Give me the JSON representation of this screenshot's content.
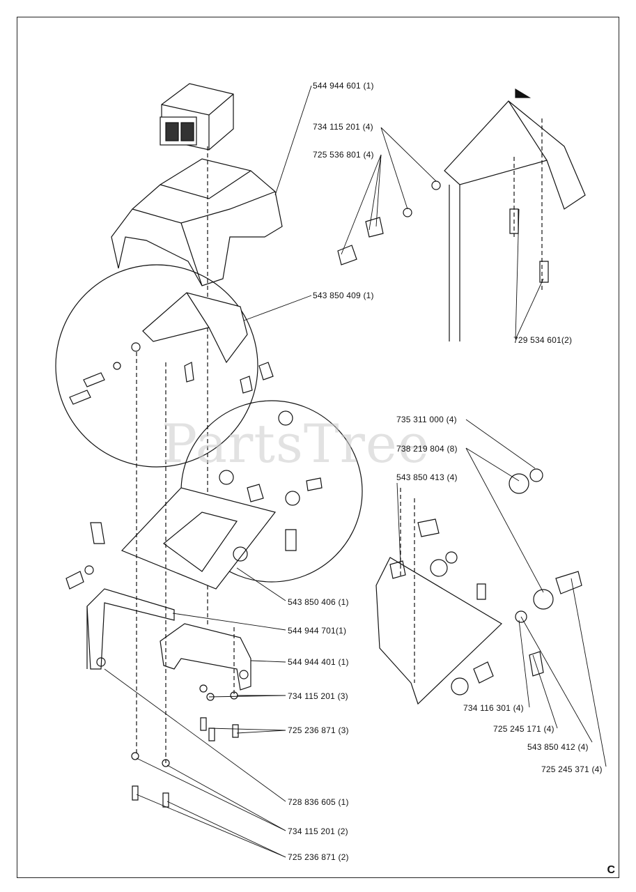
{
  "watermark": "PartsTree",
  "diagram_letter": "C",
  "labels": {
    "l1": "544 944 601 (1)",
    "l2": "734 115 201 (4)",
    "l3": "725 536 801 (4)",
    "l4": "543 850 409 (1)",
    "l5": "729 534 601(2)",
    "l6": "735 311 000 (4)",
    "l7": "738 219 804 (8)",
    "l8": "543 850 413 (4)",
    "l9": "543 850 406 (1)",
    "l10": "544 944 701(1)",
    "l11": "544 944 401 (1)",
    "l12": "734 115 201 (3)",
    "l13": "725 236 871 (3)",
    "l14": "734 116 301 (4)",
    "l15": "725 245 171 (4)",
    "l16": "543 850 412 (4)",
    "l17": "725 245 371 (4)",
    "l18": "728 836 605 (1)",
    "l19": "734 115 201 (2)",
    "l20": "725 236 871 (2)"
  }
}
